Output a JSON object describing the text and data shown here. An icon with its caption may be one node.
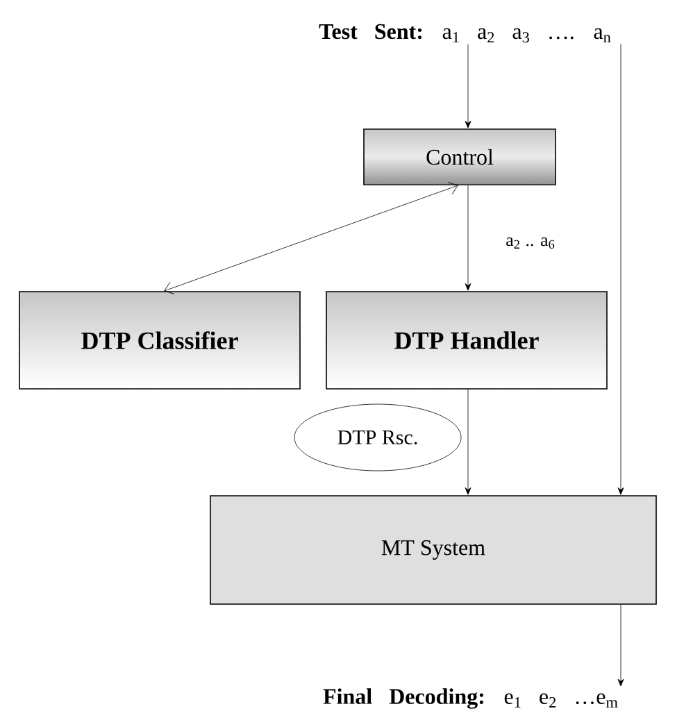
{
  "diagram": {
    "nodes": [
      {
        "text": [
          "**Test Sent:** a$_{1}$  a$_{2}$  a$_{3}$ …. a$_{n}$"
        ]
      },
      {
        "text": [
          "Control"
        ]
      },
      {
        "text": [
          "DTP Classifier"
        ]
      },
      {
        "text": [
          "DTP Handler"
        ]
      },
      {
        "text": [
          "DTP Rsc."
        ]
      },
      {
        "text": [
          "MT System"
        ]
      },
      {
        "text": [
          "**Final Decoding:** e$_{1}$ e$_{2}$ …e$_{m}$"
        ]
      }
    ],
    "edges": [
      {
        "from": 0,
        "to": 1,
        "arrow": "to"
      },
      {
        "from": 1,
        "to": 2,
        "arrow": "both"
      },
      {
        "from": 1,
        "to": 3,
        "arrow": "to",
        "label": "a$_{2}$ .. a$_{6}$"
      },
      {
        "from": 3,
        "to": 5,
        "arrow": "to"
      },
      {
        "from": 0,
        "to": 5,
        "arrow": "to"
      },
      {
        "from": 5,
        "to": 6,
        "arrow": "to"
      }
    ]
  }
}
